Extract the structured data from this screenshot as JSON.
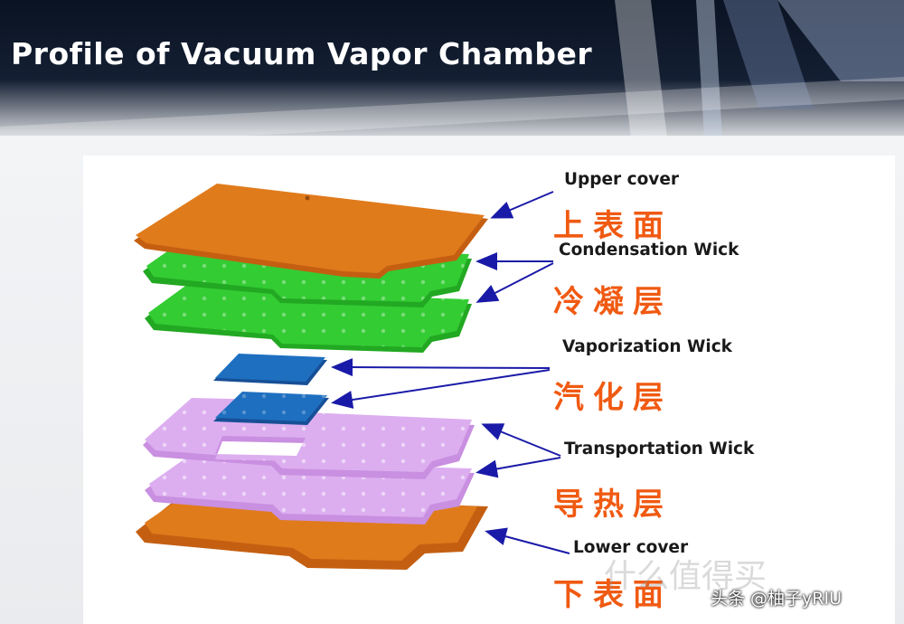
{
  "title": "Profile of Vacuum Vapor Chamber",
  "labels": [
    {
      "en": "Upper cover",
      "zh": "上表面"
    },
    {
      "en": "Condensation Wick",
      "zh": "冷凝层"
    },
    {
      "en": "Vaporization Wick",
      "zh": "汽化层"
    },
    {
      "en": "Transportation Wick",
      "zh": "导热层"
    },
    {
      "en": "Lower cover",
      "zh": "下表面"
    }
  ],
  "watermark": "什么值得买",
  "credit": "头条 @柚子yRIU",
  "colors": {
    "cover": "#e07b1c",
    "condensation": "#33cc33",
    "vaporization": "#1e6fc0",
    "transportation": "#d9a8ef",
    "zh_text": "#f05a12",
    "arrow": "#1a1aa8"
  }
}
